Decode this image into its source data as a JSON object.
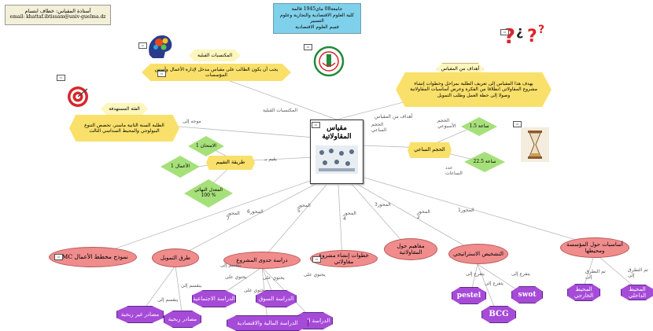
{
  "header": {
    "author_line1": "أستاذة المقياس: خطاف ابتسام",
    "author_email": "email: khattaf.ibtissam@univ-guelma.dz",
    "university_line1": "جامعة08 ماي1945 قالمة",
    "university_line2": "كلية العلوم الاقتصادية والتجارية وعلوم التسيير",
    "university_line3": "قسم العلوم الاقتصادية"
  },
  "central": {
    "title_line1": "مقياس",
    "title_line2": "المقاولاتية"
  },
  "nodes": {
    "objective_title": "أهداف من المقياس",
    "objective_text": "يهدف هذا المقياس إلى تعريف الطلبة بمراحل وخطوات إنشاء مشروع المقاولاتي انطلاقا من الفكرة وعرض أساسيات المقاولاتية وصولا إلى خطة العمل وطلب التمويل",
    "skills_title": "المكتسبات القبلية",
    "skills_text": "يجب أن يكون الطالب على مقياس مدخل لإدارة الأعمال وأسس المؤسسات",
    "audience_title": "الفئة المستهدفة",
    "audience_text": "الطلبة السنة الثانية ماستر، تخصص التنوع البيولوجي والمحيط السداسي الثالث",
    "hours_center": "الحجم الساعي",
    "hours_weekly": "ساعة 1.5",
    "hours_total": "ساعة 22.5",
    "eval_method": "طريقة التقييم",
    "exam_weight": "الامتحان 1",
    "continuous_weight": "الأعمال 1",
    "overall_weight": "المعدل النهائي 100 %"
  },
  "edge_labels": {
    "objectives": "أهداف من المقياس",
    "skills": "المكتسبات القبلية",
    "audience": "موجه إلى",
    "eval": "يقيم بـ",
    "hours": "الحجم الساعي",
    "weekly": "الحجم الأسبوعي",
    "total": "عدد الساعات",
    "axis1": "المحور1",
    "axis2": "المحور 2",
    "axis3": "المحور3",
    "axis4": "المحور 4",
    "axis5": "المحور 5",
    "axis6": "المحور6",
    "axis7": "المحور 7",
    "contains_a": "يحتوي على",
    "contains_b": "يحتوي على",
    "contains_c": "يحتوي على",
    "contains_d": "يحتوي على",
    "divides_a": "ينقسم إلى",
    "divides_b": "ينقسم إلى",
    "divides_c": "ينقسم إلى",
    "env_a": "تم التطرق إلى",
    "env_b": "تم التطرق إلى",
    "diag_a": "يتفرع إلى",
    "diag_b": "يتفرع إلى",
    "diag_c": "يتفرع إلى"
  },
  "axes": {
    "axis1": "أساسيات حول المؤسسة ومحيطها",
    "axis2": "التشخيص الاستراتيجي",
    "axis3": "مفاهيم حول المقاولاتية",
    "axis4": "خطوات إنشاء مشروع مقاولاتي",
    "axis5": "دراسة جدوى المشروع",
    "axis6": "طرق التمويل",
    "axis7": "BMC نموذج مخطط الأعمال"
  },
  "leaves": {
    "internal_env": "المحيط الداخلي",
    "external_env": "المحيط الخارجي",
    "swot": "swot",
    "pestel": "pestel",
    "bcg": "BCG",
    "technical_study": "الدراسة التقنية",
    "market_study": "الدراسة السوق",
    "financial_study": "الدراسة المالية والاقتصادية",
    "social_study": "الدراسة الاجتماعية",
    "islamic_sources": "مصادر ربحية",
    "non_islamic_sources": "مصادر غير ربحية"
  },
  "colors": {
    "axis_fill": "#f08c8c",
    "leaf_fill": "#a64ad8",
    "hex_fill": "#f9e06a",
    "diamond_fill": "#a6e07a",
    "header_left": "#f4f0d8",
    "header_center": "#7fd0ea"
  },
  "icons": [
    "brain-gears-icon",
    "target-icon",
    "university-logo-icon",
    "question-marks-icon",
    "hourglass-icon",
    "people-collage-icon"
  ]
}
